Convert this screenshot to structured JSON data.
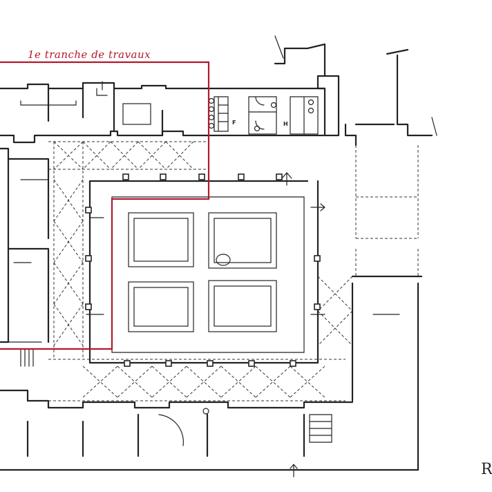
{
  "plan": {
    "phase_label": "1e tranche de travaux",
    "women_wc_label": "F",
    "men_wc_label": "H",
    "edge_mark": "R"
  },
  "colors": {
    "phase_boundary": "#b2182b",
    "walls": "#222222",
    "background": "#ffffff"
  }
}
